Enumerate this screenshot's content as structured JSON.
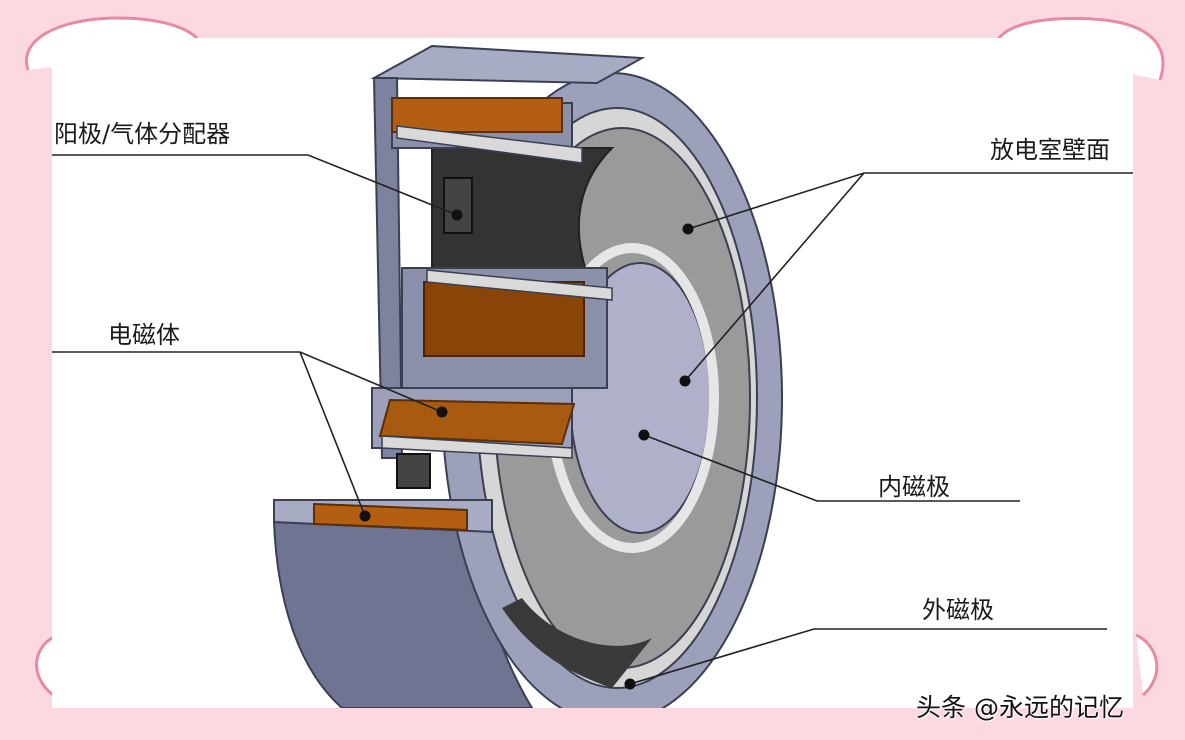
{
  "labels": {
    "anode": "阳极/气体分配器",
    "electromagnet": "电磁体",
    "chamber_wall": "放电室壁面",
    "inner_pole": "内磁极",
    "outer_pole": "外磁极"
  },
  "watermark": "头条 @永远的记忆",
  "colors": {
    "background": "#fcd9e0",
    "steel": "#8b90ab",
    "coil": "#b35e10",
    "ceramic": "#d9d9d9",
    "cavity": "#444444"
  }
}
